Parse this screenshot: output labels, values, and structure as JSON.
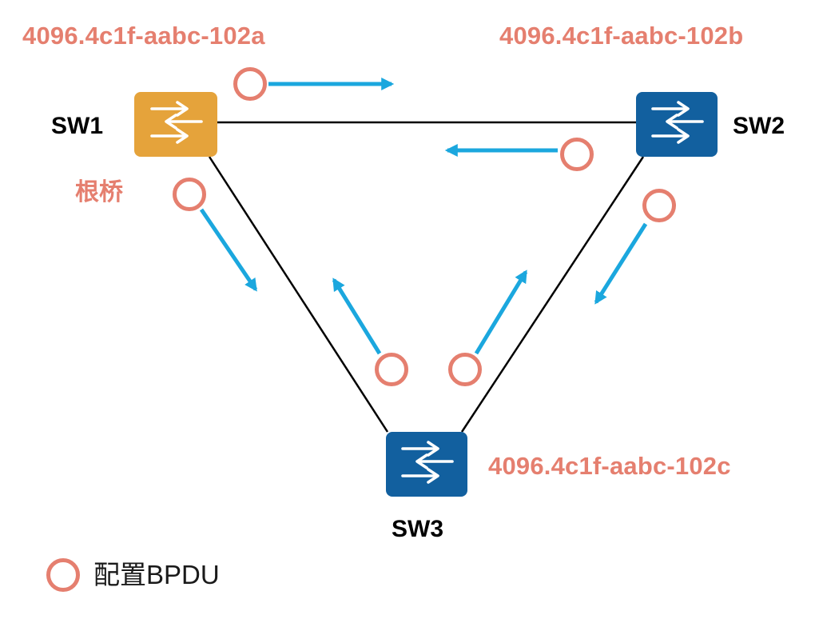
{
  "switches": {
    "sw1": {
      "name": "SW1",
      "mac": "4096.4c1f-aabc-102a",
      "color": "#e5a33b",
      "role": "根桥"
    },
    "sw2": {
      "name": "SW2",
      "mac": "4096.4c1f-aabc-102b",
      "color": "#12609f"
    },
    "sw3": {
      "name": "SW3",
      "mac": "4096.4c1f-aabc-102c",
      "color": "#12609f"
    }
  },
  "icons": {
    "switch": "switch-arrows-icon",
    "bpdu": "bpdu-circle-icon"
  },
  "colors": {
    "label": "#e57f6f",
    "bpdu_circle": "#e57f6f",
    "bpdu_arrow": "#1ba7de",
    "link": "#000000"
  },
  "bpdu_flows": [
    {
      "from": "SW1",
      "toward": "SW2"
    },
    {
      "from": "SW2",
      "toward": "SW1"
    },
    {
      "from": "SW1",
      "toward": "SW3"
    },
    {
      "from": "SW3",
      "toward": "SW1"
    },
    {
      "from": "SW3",
      "toward": "SW2"
    },
    {
      "from": "SW2",
      "toward": "SW3"
    }
  ],
  "legend": {
    "text": "配置BPDU"
  }
}
